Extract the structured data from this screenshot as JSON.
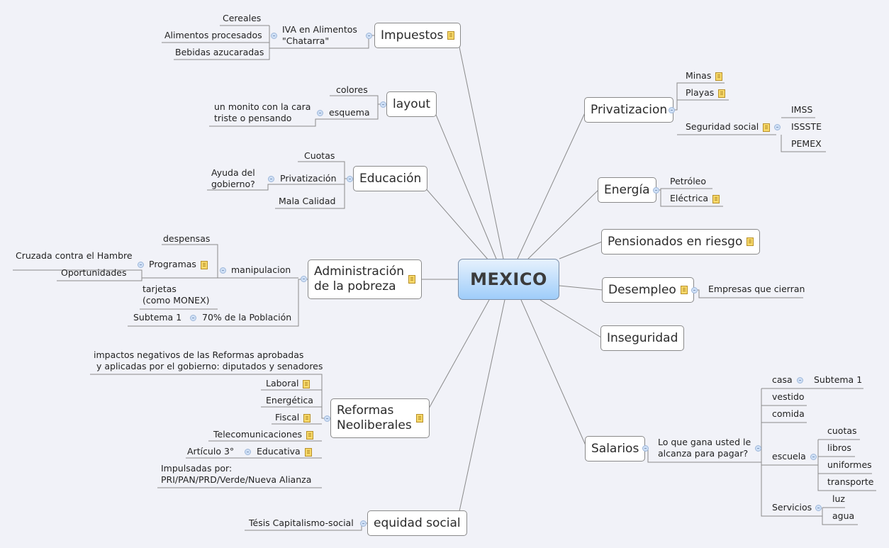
{
  "central": {
    "label": "MEXICO"
  },
  "topics": {
    "impuestos": {
      "label": "Impuestos",
      "has_note": true,
      "children": {
        "iva": "IVA en Alimentos\n\"Chatarra\"",
        "iva_children": [
          "Cereales",
          "Alimentos procesados",
          "Bebidas azucaradas"
        ]
      }
    },
    "layout": {
      "label": "layout",
      "children": [
        "colores",
        "esquema"
      ],
      "esquema_children": [
        "un monito con la cara\ntriste o pensando"
      ]
    },
    "educacion": {
      "label": "Educación",
      "children": [
        "Cuotas",
        "Privatización",
        "Mala Calidad"
      ],
      "privatizacion_children": [
        "Ayuda del\ngobierno?"
      ]
    },
    "administracion": {
      "label": "Administración\nde la pobreza",
      "has_note": true,
      "children": [
        "manipulacion",
        "70% de la Población"
      ],
      "manipulacion_children": [
        "despensas",
        "Programas",
        "tarjetas\n(como MONEX)"
      ],
      "programas_children": [
        "Cruzada contra el Hambre",
        "Oportunidades"
      ],
      "poblacion_children": [
        "Subtema 1"
      ]
    },
    "reformas": {
      "label": "Reformas\nNeoliberales",
      "has_note": true,
      "children": [
        "impactos negativos de las Reformas aprobadas\n y aplicadas por el gobierno: diputados y senadores",
        "Laboral",
        "Energética",
        "Fiscal",
        "Telecomunicaciones",
        "Educativa",
        "Impulsadas por:\nPRI/PAN/PRD/Verde/Nueva Alianza"
      ],
      "educativa_children": [
        "Artículo 3°"
      ]
    },
    "equidad": {
      "label": "equidad social",
      "children": [
        "Tésis Capitalismo-social"
      ]
    },
    "privatizacion": {
      "label": "Privatizacion",
      "children": [
        "Minas",
        "Playas",
        "Seguridad social"
      ],
      "seguridad_children": [
        "IMSS",
        "ISSSTE",
        "PEMEX"
      ]
    },
    "energia": {
      "label": "Energía",
      "children": [
        "Petróleo",
        "Eléctrica"
      ]
    },
    "pensionados": {
      "label": "Pensionados en riesgo",
      "has_note": true
    },
    "desempleo": {
      "label": "Desempleo",
      "has_note": true,
      "children": [
        "Empresas que cierran"
      ]
    },
    "inseguridad": {
      "label": "Inseguridad"
    },
    "salarios": {
      "label": "Salarios",
      "children": [
        "Lo que gana usted le\nalcanza para pagar?"
      ],
      "pagar_children": [
        "casa",
        "vestido",
        "comida",
        "escuela",
        "Servicios"
      ],
      "casa_children": [
        "Subtema 1"
      ],
      "escuela_children": [
        "cuotas",
        "libros",
        "uniformes",
        "transporte"
      ],
      "servicios_children": [
        "luz",
        "agua"
      ]
    }
  },
  "colors": {
    "background": "#f1f2f8",
    "central_top": "#e6f1fd",
    "central_bottom": "#9fcdfa",
    "line": "#8a8a8a",
    "note": "#f7d96a"
  }
}
